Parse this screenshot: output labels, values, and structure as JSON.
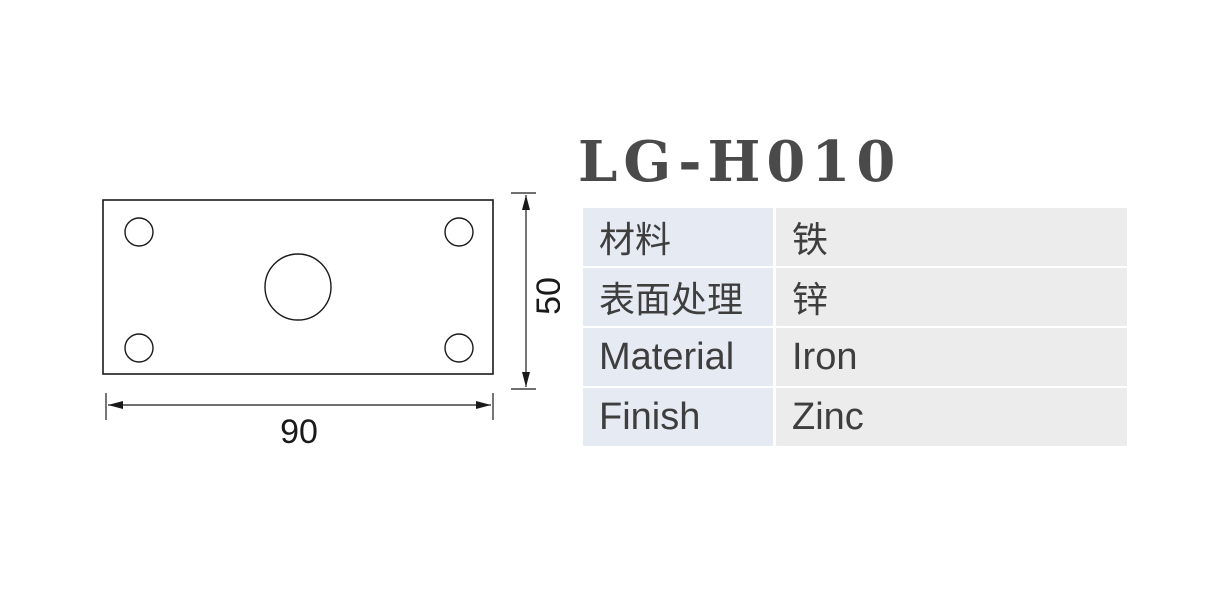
{
  "product": {
    "code": "LG-H010"
  },
  "drawing": {
    "width_label": "90",
    "height_label": "50"
  },
  "specs": [
    {
      "label": "材料",
      "value": "铁"
    },
    {
      "label": "表面处理",
      "value": "锌"
    },
    {
      "label": "Material",
      "value": "Iron"
    },
    {
      "label": "Finish",
      "value": "Zinc"
    }
  ],
  "colors": {
    "label_bg": "#e6eaf3",
    "value_bg": "#ececec",
    "text": "#3e3e3e",
    "line": "#1a1a1a"
  }
}
